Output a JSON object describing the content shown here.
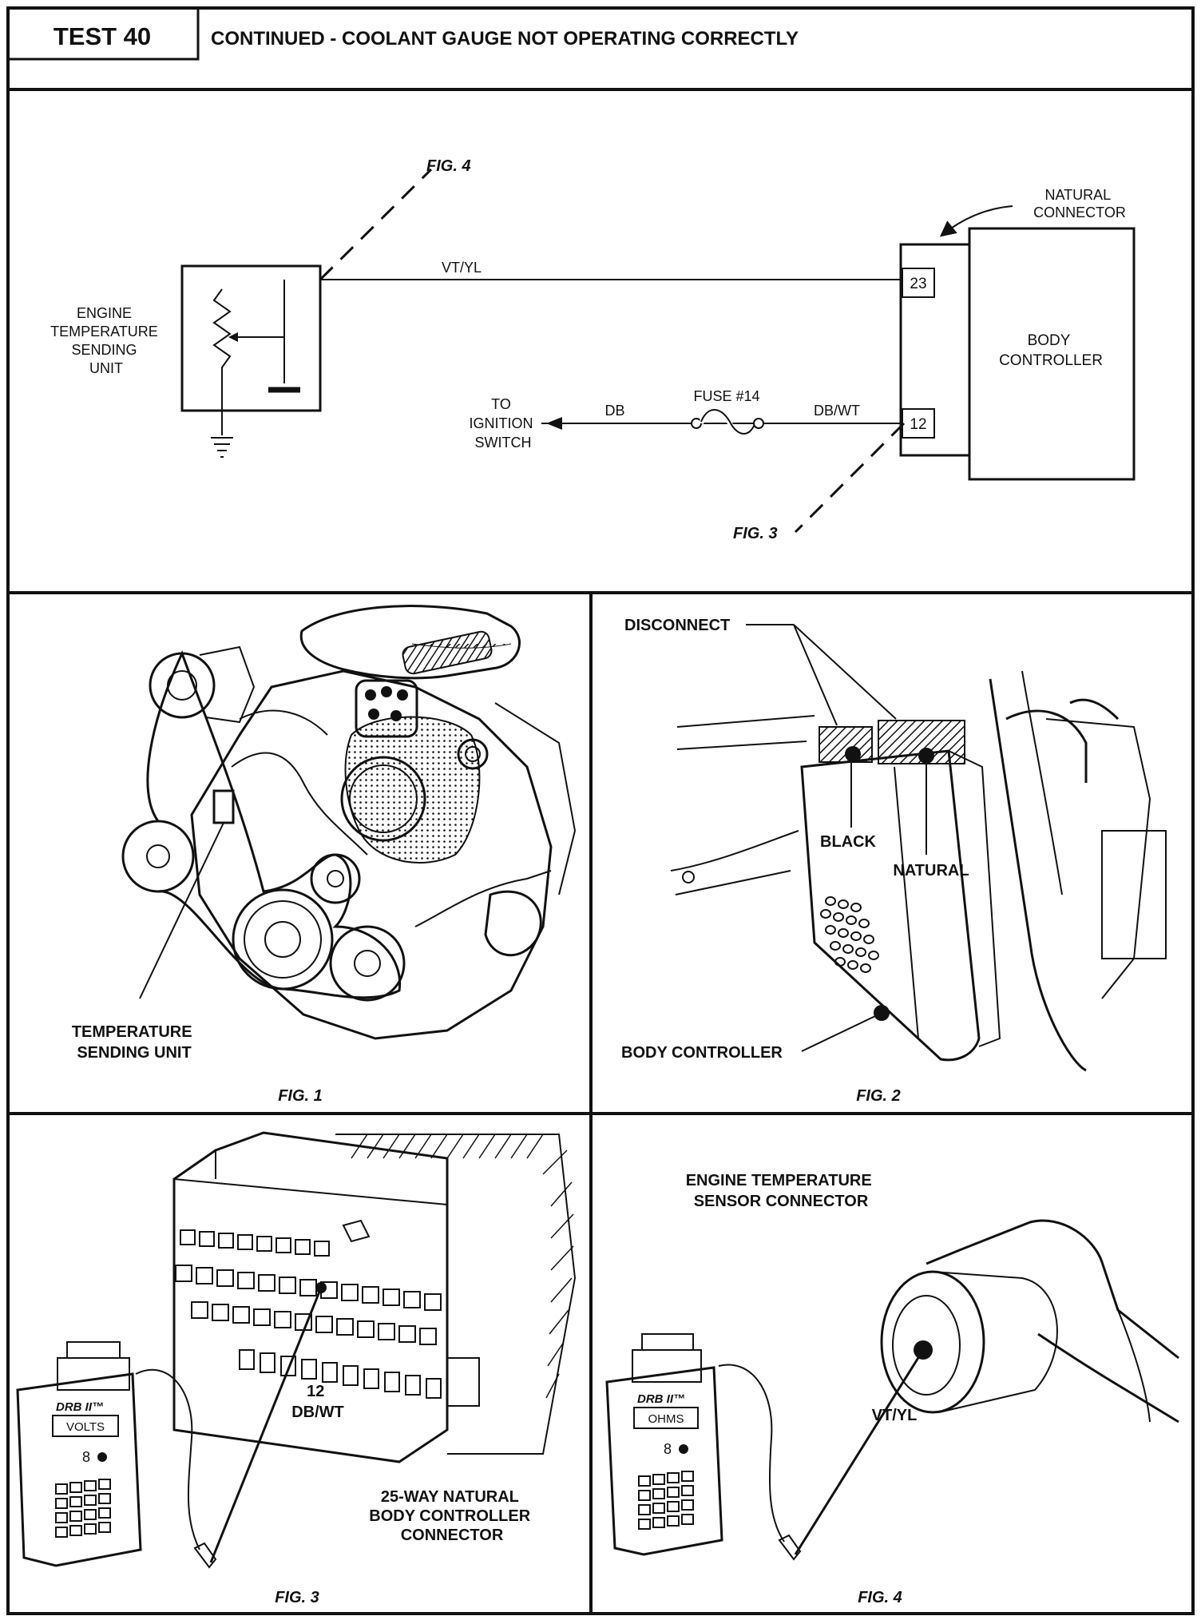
{
  "header": {
    "test_label": "TEST 40",
    "title": "CONTINUED - COOLANT GAUGE NOT OPERATING CORRECTLY"
  },
  "schematic": {
    "fig4_ref": "FIG. 4",
    "fig3_ref": "FIG. 3",
    "sending_unit_label": [
      "ENGINE",
      "TEMPERATURE",
      "SENDING",
      "UNIT"
    ],
    "wire_top_label": "VT/YL",
    "connector_label": [
      "NATURAL",
      "CONNECTOR"
    ],
    "pin_top": "23",
    "pin_bottom": "12",
    "body_controller_label": [
      "BODY",
      "CONTROLLER"
    ],
    "ignition_label": [
      "TO",
      "IGNITION",
      "SWITCH"
    ],
    "wire_db": "DB",
    "fuse_label": "FUSE #14",
    "wire_dbwt": "DB/WT"
  },
  "fig1": {
    "caption": "FIG. 1",
    "callout": [
      "TEMPERATURE",
      "SENDING UNIT"
    ]
  },
  "fig2": {
    "caption": "FIG. 2",
    "disconnect": "DISCONNECT",
    "black": "BLACK",
    "natural": "NATURAL",
    "body_controller": "BODY CONTROLLER"
  },
  "fig3": {
    "caption": "FIG. 3",
    "pin_label": [
      "12",
      "DB/WT"
    ],
    "connector_label": [
      "25-WAY NATURAL",
      "BODY CONTROLLER",
      "CONNECTOR"
    ],
    "meter_brand": "DRB II™",
    "meter_mode": "VOLTS"
  },
  "fig4": {
    "caption": "FIG. 4",
    "title": [
      "ENGINE TEMPERATURE",
      "SENSOR CONNECTOR"
    ],
    "wire_label": "VT/YL",
    "meter_brand": "DRB II™",
    "meter_mode": "OHMS"
  }
}
